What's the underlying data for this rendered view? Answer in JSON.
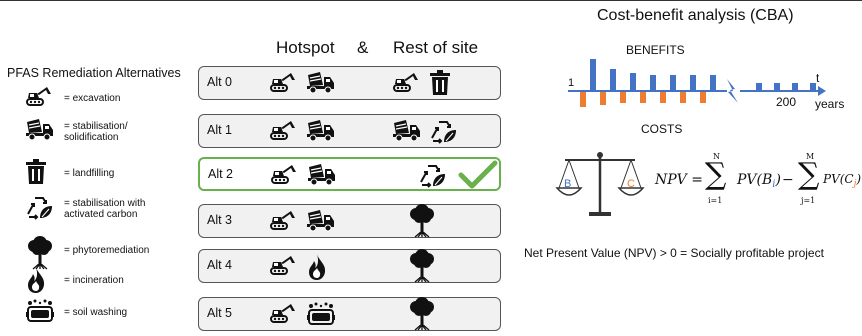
{
  "header": {
    "hotspot": "Hotspot",
    "amp": "&",
    "rest": "Rest of site"
  },
  "legend": {
    "title": "PFAS Remediation Alternatives",
    "items": [
      {
        "icon": "excavator-icon",
        "text": "= excavation"
      },
      {
        "icon": "concrete-mixer-truck-icon",
        "text": "= stabilisation/ solidification"
      },
      {
        "icon": "trash-bin-icon",
        "text": "= landfilling"
      },
      {
        "icon": "recycle-leaf-icon",
        "text": "= stabilisation with activated carbon"
      },
      {
        "icon": "tree-icon",
        "text": "= phytoremediation"
      },
      {
        "icon": "flame-icon",
        "text": "= incineration"
      },
      {
        "icon": "soil-washing-icon",
        "text": "= soil washing"
      }
    ]
  },
  "alternatives": [
    {
      "label": "Alt 0",
      "hotspot": [
        "excavator-icon",
        "concrete-mixer-truck-icon"
      ],
      "rest": [
        "excavator-icon",
        "trash-bin-icon"
      ],
      "selected": false
    },
    {
      "label": "Alt 1",
      "hotspot": [
        "excavator-icon",
        "concrete-mixer-truck-icon"
      ],
      "rest": [
        "concrete-mixer-truck-icon",
        "recycle-leaf-icon"
      ],
      "selected": false
    },
    {
      "label": "Alt 2",
      "hotspot": [
        "excavator-icon",
        "concrete-mixer-truck-icon"
      ],
      "rest": [
        "recycle-leaf-icon"
      ],
      "selected": true
    },
    {
      "label": "Alt 3",
      "hotspot": [
        "excavator-icon",
        "concrete-mixer-truck-icon"
      ],
      "rest": [
        "tree-icon"
      ],
      "selected": false
    },
    {
      "label": "Alt 4",
      "hotspot": [
        "excavator-icon",
        "flame-icon"
      ],
      "rest": [
        "tree-icon"
      ],
      "selected": false
    },
    {
      "label": "Alt 5",
      "hotspot": [
        "excavator-icon",
        "soil-washing-icon"
      ],
      "rest": [
        "tree-icon"
      ],
      "selected": false
    }
  ],
  "cba": {
    "title": "Cost-benefit analysis (CBA)",
    "benefits": "BENEFITS",
    "costs": "COSTS",
    "axis_start": "1",
    "axis_t": "t",
    "axis_200": "200",
    "axis_years": "years",
    "scale_left": "B",
    "scale_right": "C"
  },
  "npv": {
    "lhs": "NPV =",
    "sum1_top": "N",
    "sum1_bottom": "i=1",
    "term1": "PV(B",
    "term1_sub": "i",
    "minus": "−",
    "sum2_top": "M",
    "sum2_bottom": "j=1",
    "term2": "PV(C",
    "term2_sub": "j",
    "statement": "Net Present Value (NPV) > 0 = Socially profitable project"
  },
  "colors": {
    "benefit": "#4472c4",
    "cost": "#ed7d31",
    "check": "#6ab04c",
    "box_fill": "#f1f1f1"
  }
}
